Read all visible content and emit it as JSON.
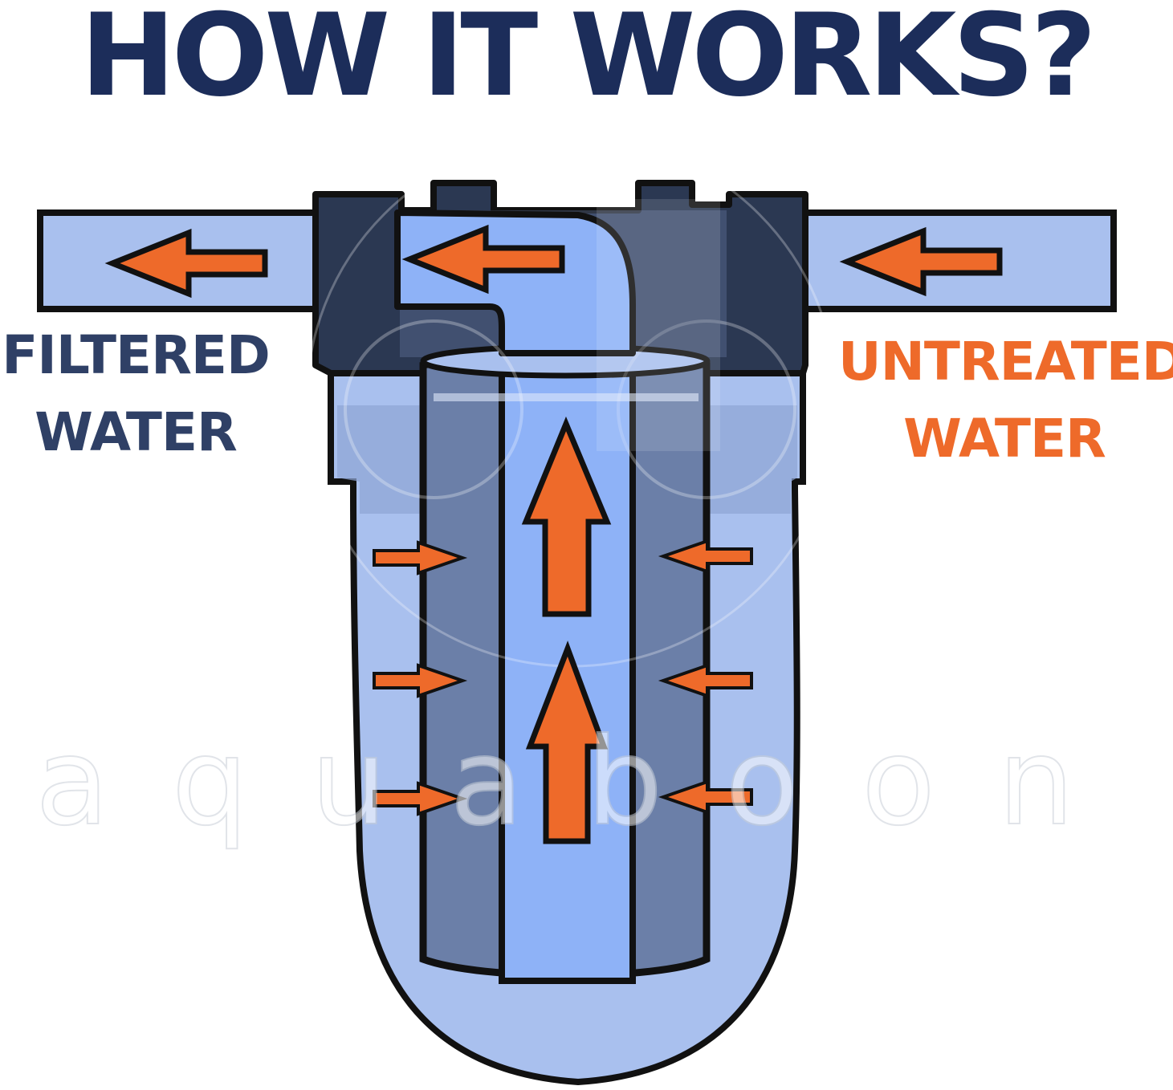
{
  "title": "HOW IT WORKS?",
  "labels": {
    "outlet": [
      "FILTERED",
      "WATER"
    ],
    "inlet": [
      "UNTREATED",
      "WATER"
    ]
  },
  "watermark": "aquaboon",
  "colors": {
    "title": "#1c2d5a",
    "outlet_label": "#2f4066",
    "inlet_label": "#ee6a2a",
    "arrow": "#ee6a2a",
    "pipe_water": "#a9c0ee",
    "cartridge": "#6b7fa8",
    "core_channel": "#8eb2f7",
    "cap": "#2b3852"
  },
  "icons": [
    "left-arrow-icon",
    "up-arrow-icon",
    "right-arrow-icon"
  ]
}
